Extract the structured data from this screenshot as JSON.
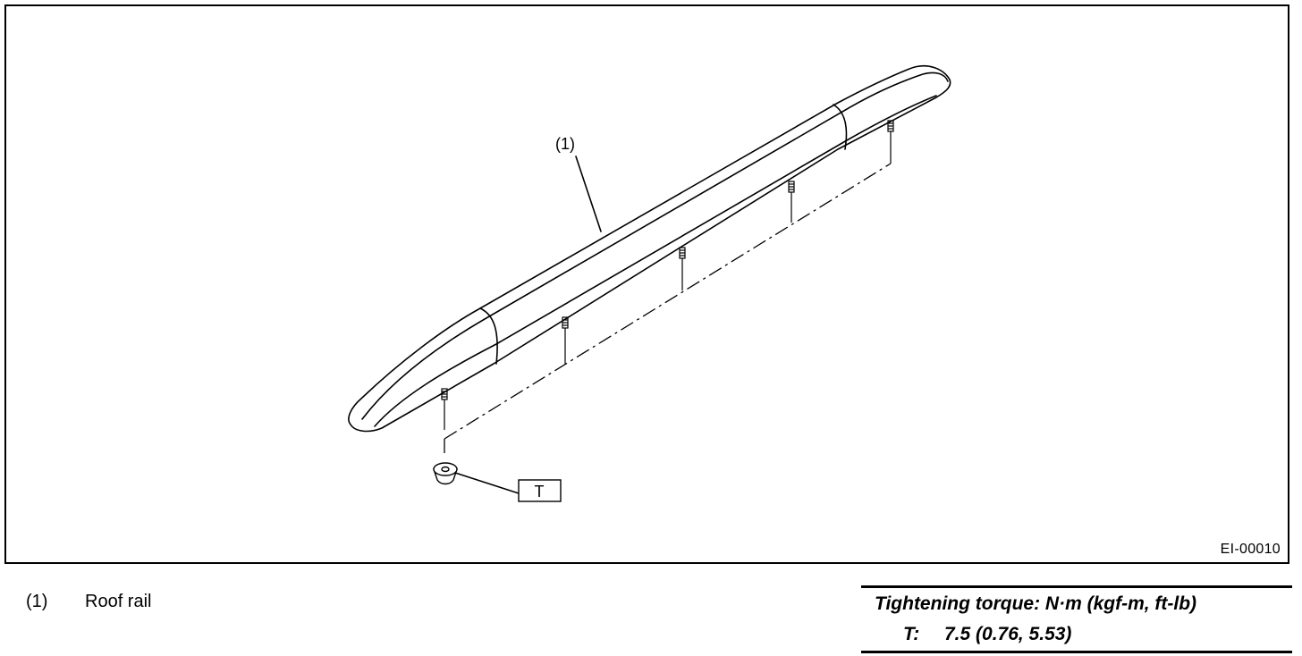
{
  "diagram": {
    "part_callout": "(1)",
    "torque_tag": "T",
    "figure_code": "EI-00010"
  },
  "legend": {
    "items": [
      {
        "number": "(1)",
        "label": "Roof rail"
      }
    ]
  },
  "torque_table": {
    "title": "Tightening torque: N·m (kgf-m, ft-lb)",
    "rows": [
      {
        "symbol": "T:",
        "value": "7.5 (0.76, 5.53)"
      }
    ]
  }
}
